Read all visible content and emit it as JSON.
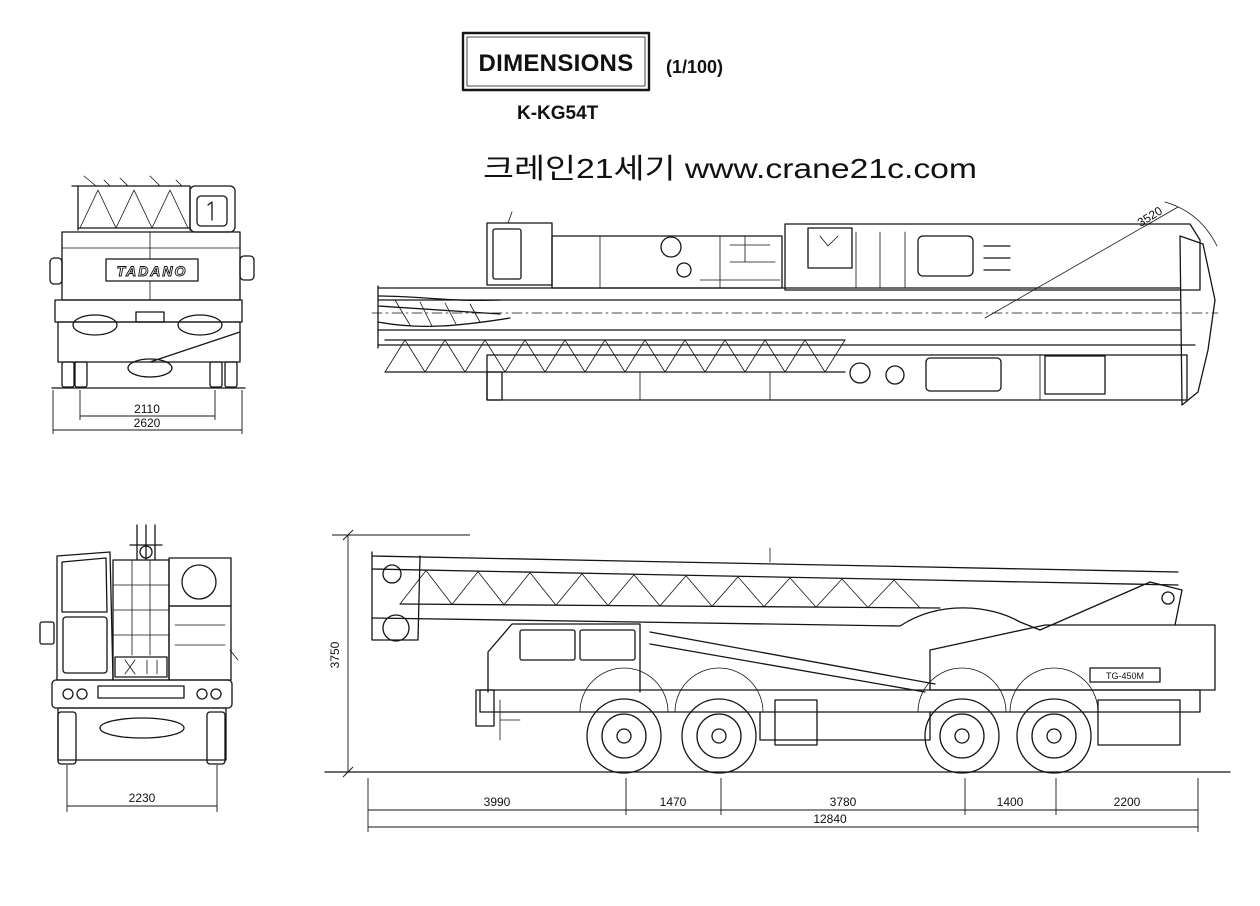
{
  "header": {
    "title": "DIMENSIONS",
    "scale": "(1/100)",
    "model": "K-KG54T",
    "watermark": "크레인21세기 www.crane21c.com"
  },
  "rear_view": {
    "brand": "TADANO",
    "inner_width": "2110",
    "overall_width": "2620"
  },
  "top_view": {
    "tail_radius": "3520"
  },
  "front_view": {
    "width": "2230"
  },
  "side_view": {
    "overall_height": "3750",
    "model_plate": "TG-450M",
    "length_segments": [
      "3990",
      "1470",
      "3780",
      "1400",
      "2200"
    ],
    "overall_length": "12840"
  }
}
